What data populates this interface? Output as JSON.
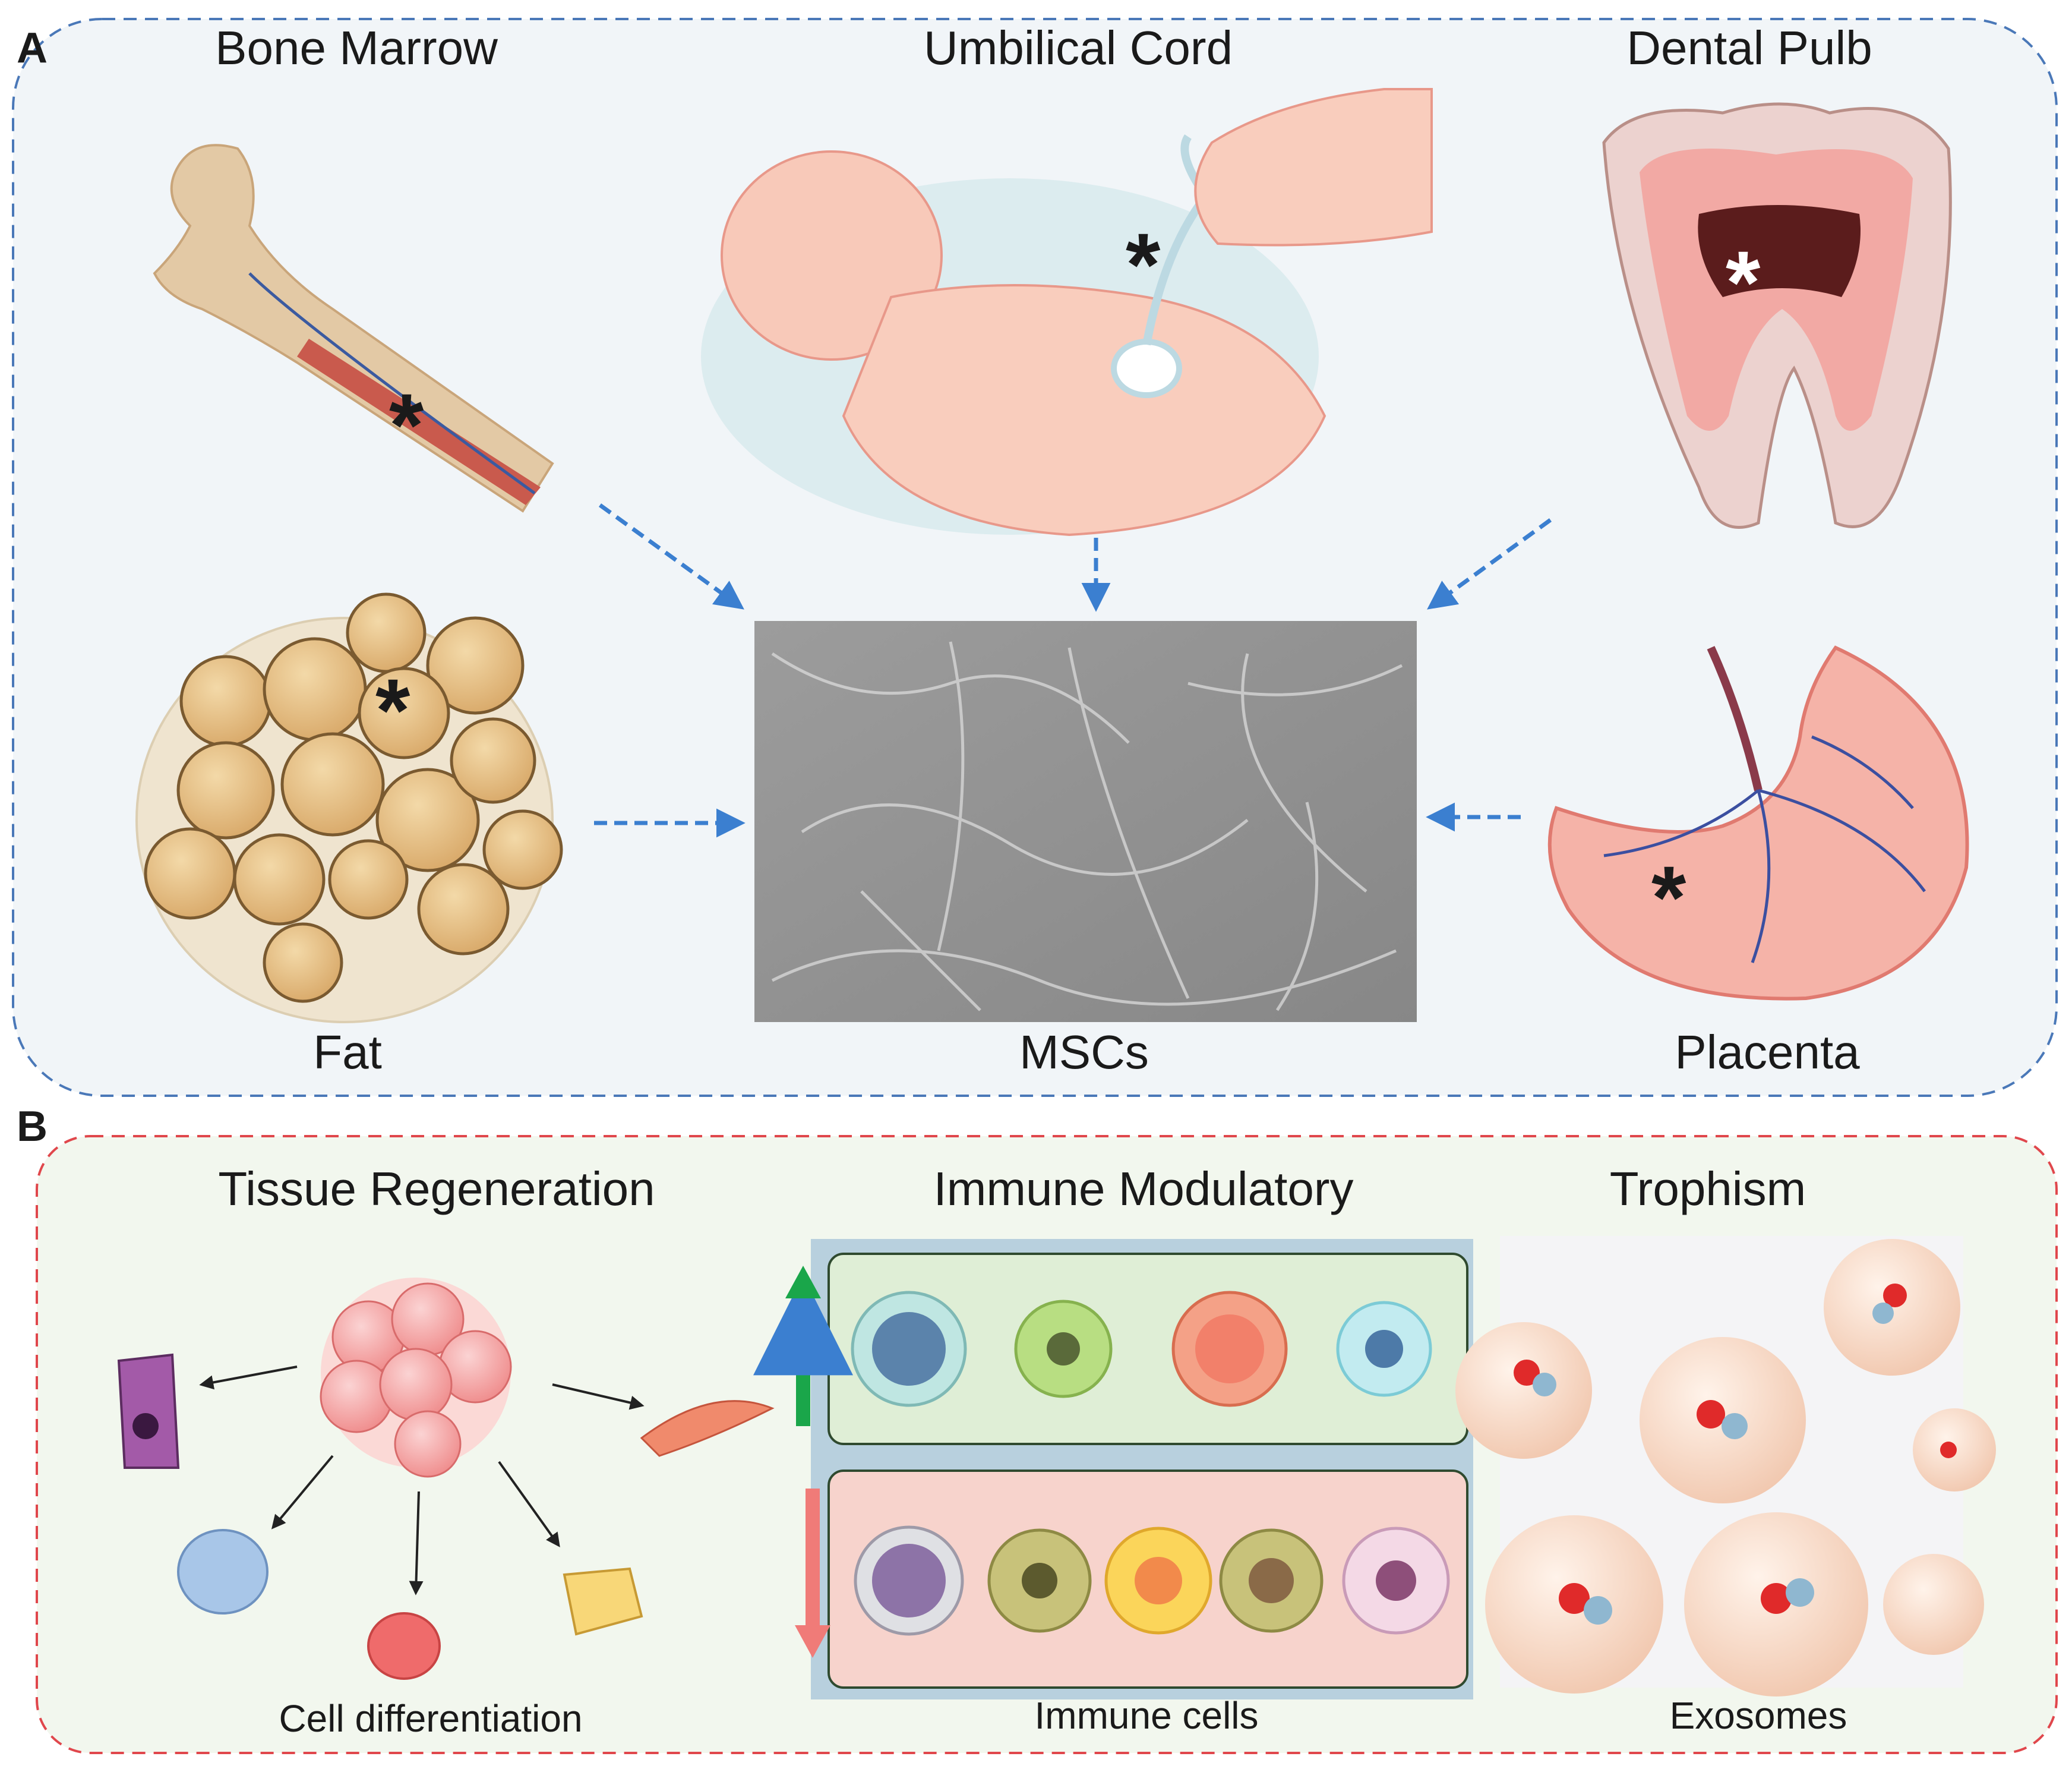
{
  "panel_a": {
    "letter": "A",
    "sources": {
      "bone_marrow": "Bone Marrow",
      "umbilical_cord": "Umbilical Cord",
      "dental_pulp": "Dental Pulb",
      "fat": "Fat",
      "placenta": "Placenta"
    },
    "center": "MSCs",
    "marker": "*"
  },
  "panel_b": {
    "letter": "B",
    "sections": {
      "tissue": {
        "title": "Tissue Regeneration",
        "caption": "Cell differentiation"
      },
      "immune": {
        "title": "Immune Modulatory",
        "caption": "Immune cells"
      },
      "trophism": {
        "title": "Trophism",
        "caption": "Exosomes"
      }
    }
  },
  "colors": {
    "panel_a_border": "#4a78b8",
    "panel_a_fill": "#f1f5f8",
    "panel_b_border": "#e0474c",
    "panel_b_fill": "#f2f7ee",
    "arrow_blue": "#3b7fd0",
    "up_arrow": "#1aa64a",
    "down_arrow": "#f07b78"
  }
}
